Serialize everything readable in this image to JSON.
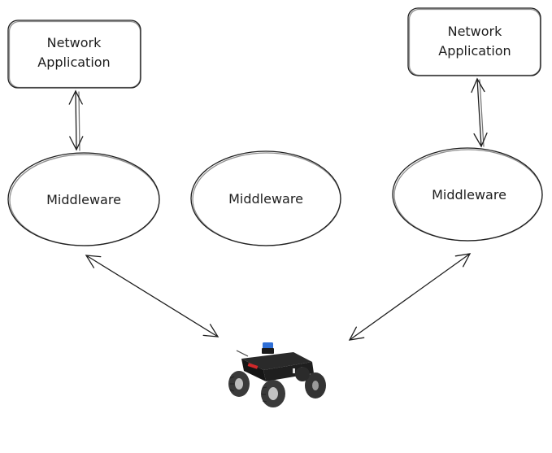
{
  "nodes": {
    "app_left": {
      "line1": "Network",
      "line2": "Application"
    },
    "app_right": {
      "line1": "Network",
      "line2": "Application"
    },
    "middleware_left": {
      "label": "Middleware"
    },
    "middleware_center": {
      "label": "Middleware"
    },
    "middleware_right": {
      "label": "Middleware"
    }
  },
  "robot": {
    "icon": "robot-rover-icon",
    "colors": {
      "body": "#1a1a1a",
      "sensor": "#2f6fd6",
      "accent": "#d0282a",
      "tire": "#3a3a3a"
    }
  },
  "colors": {
    "stroke": "#1e1e1e",
    "background": "#ffffff"
  }
}
